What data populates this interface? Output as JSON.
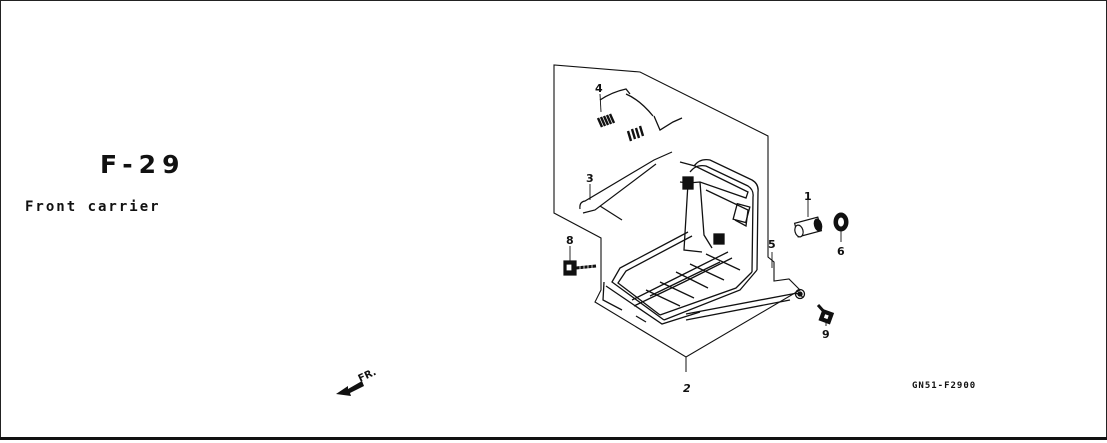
{
  "page": {
    "code": "F-29",
    "title": "Front carrier"
  },
  "drawing_code": "GN51-F2900",
  "direction_label": "FR.",
  "callouts": [
    {
      "id": "1",
      "label": "1"
    },
    {
      "id": "2",
      "label": "2"
    },
    {
      "id": "3",
      "label": "3"
    },
    {
      "id": "4",
      "label": "4"
    },
    {
      "id": "5",
      "label": "5"
    },
    {
      "id": "6",
      "label": "6"
    },
    {
      "id": "8",
      "label": "8"
    },
    {
      "id": "9",
      "label": "9"
    }
  ]
}
